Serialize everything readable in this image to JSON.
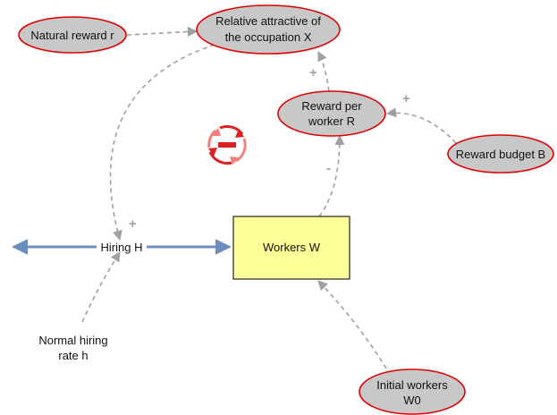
{
  "colors": {
    "ellipse_fill": "#c8c8c8",
    "ellipse_stroke": "#e00000",
    "stock_fill": "#ffff99",
    "stock_stroke": "#222222",
    "flow_color": "#6c8ebf",
    "flow_label_color": "#4a6fa5",
    "link_color": "#a0a0a0",
    "sign_color": "#a0a0a0",
    "loop_color": "#e02020"
  },
  "nodes": {
    "natural_reward": {
      "label": [
        "Natural reward r"
      ]
    },
    "relative_attractive": {
      "label": [
        "Relative attractive of",
        "the occupation X"
      ]
    },
    "reward_per_worker": {
      "label": [
        "Reward per",
        "worker R"
      ]
    },
    "reward_budget": {
      "label": [
        "Reward budget B"
      ]
    },
    "workers": {
      "label": [
        "Workers W"
      ]
    },
    "hiring": {
      "label": [
        "Hiring H"
      ]
    },
    "normal_hiring_rate": {
      "label": [
        "Normal hiring",
        "rate h"
      ]
    },
    "initial_workers": {
      "label": [
        "Initial workers",
        "W0"
      ]
    }
  },
  "signs": {
    "x_to_hiring": "+",
    "r_to_x": "+",
    "b_to_r": "+",
    "w_to_r": "-"
  },
  "loop": {
    "polarity": "negative",
    "icon": "balancing-loop-icon"
  }
}
